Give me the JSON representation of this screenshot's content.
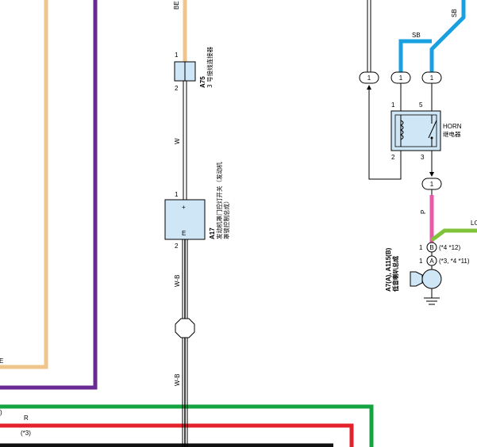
{
  "wires": {
    "be": "BE",
    "w": "W",
    "wb_upper": "W-B",
    "wb_lower": "W-B",
    "sb_top": "SB",
    "sb_branch": "SB",
    "p": "P",
    "lg": "LG",
    "r": "R",
    "e_left": "E",
    "note_3": "(*3)",
    "bracket_left": ")"
  },
  "connectors": {
    "top_pins": [
      "1",
      "1",
      "1"
    ],
    "relay_out_pin": "1"
  },
  "components": {
    "a75": {
      "code": "A75",
      "name": "3 号接线连接器",
      "pin_top": "1",
      "pin_bottom": "2"
    },
    "a17": {
      "code": "A17",
      "name_line1": "发动机罩门控灯开关（发动机",
      "name_line2": "罩锁控制总成）",
      "pin_top": "1",
      "pin_bottom": "2",
      "plus": "+",
      "e": "E"
    },
    "relay": {
      "code": "HORN",
      "name": "继电器",
      "pin_1": "1",
      "pin_5": "5",
      "pin_2": "2",
      "pin_3": "3"
    },
    "horn": {
      "code": "A7(A), A115(B)",
      "name": "低音喇叭总成",
      "pin_b_num": "1",
      "pin_b_letter": "B",
      "pin_b_note": "(*4 *12)",
      "pin_a_num": "1",
      "pin_a_letter": "A",
      "pin_a_note": "(*3, *4 *11)"
    }
  },
  "colors": {
    "be": "#f0c58c",
    "purple": "#6a2a93",
    "green": "#14a341",
    "red": "#e5222b",
    "black": "#111111",
    "sb": "#1aa0e0",
    "pink": "#e85aa8",
    "lg": "#7fc33a",
    "component_fill": "#cfe6f6"
  }
}
